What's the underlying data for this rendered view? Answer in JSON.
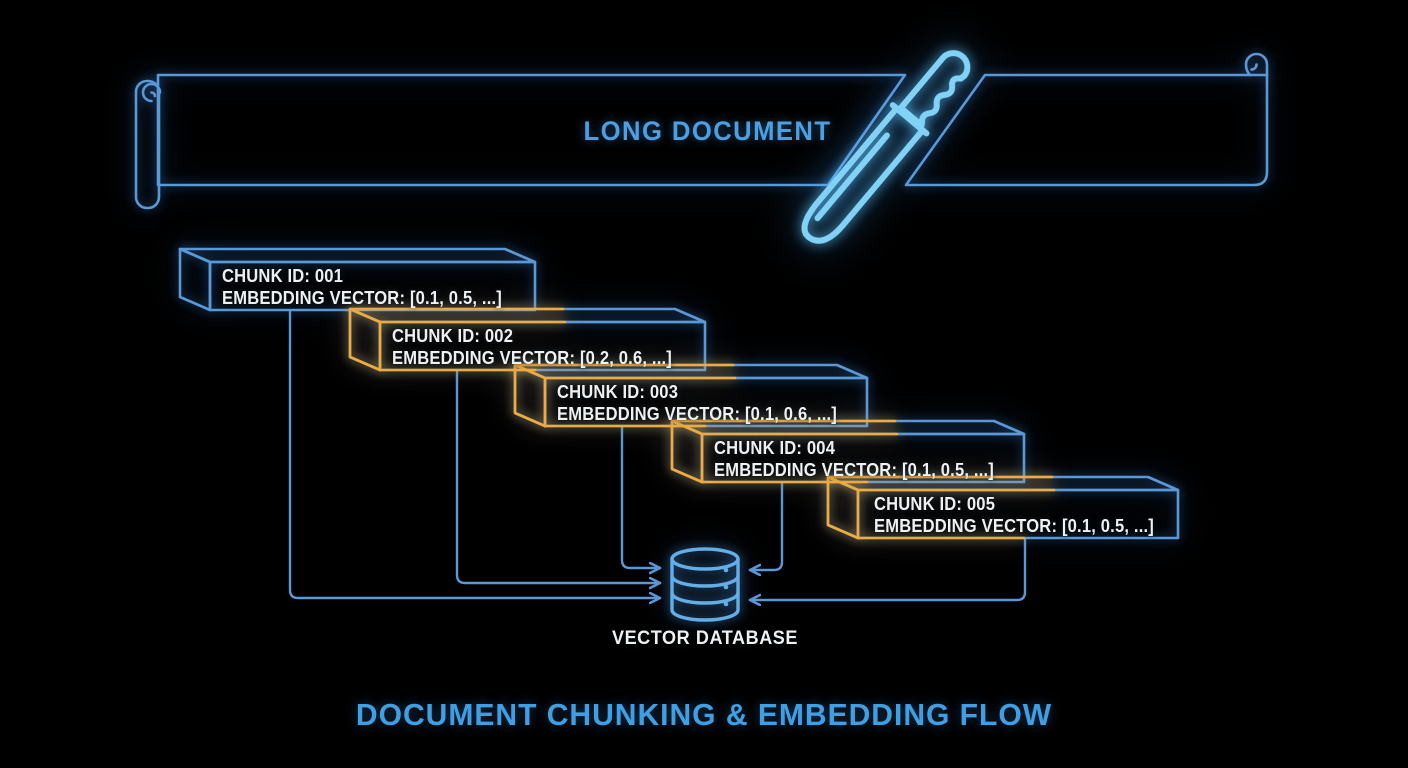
{
  "colors": {
    "background": "#000000",
    "banner_fill": "#1c2834",
    "outline_blue": "#5b98d6",
    "bright_blue": "#82d2f8",
    "chunk_fill_front": "#16222e",
    "chunk_fill_top": "#182634",
    "chunk_fill_side": "#2a4158",
    "overlap_orange": "#f0ab3c",
    "text_white": "#edf1f4",
    "title_blue": "#3f9fe4",
    "banner_text_blue": "#4aa0e2",
    "connector_blue": "#5b98d6",
    "db_blue": "#64aee8"
  },
  "banner": {
    "label": "LONG DOCUMENT",
    "shape": "scroll-banner",
    "icon": "knife-icon"
  },
  "chunks": [
    {
      "id_label": "CHUNK ID: 001",
      "vector_label": "EMBEDDING VECTOR: [0.1, 0.5, ...]",
      "overlap_highlight": false
    },
    {
      "id_label": "CHUNK ID: 002",
      "vector_label": "EMBEDDING VECTOR: [0.2, 0.6, ...]",
      "overlap_highlight": true
    },
    {
      "id_label": "CHUNK ID: 003",
      "vector_label": "EMBEDDING VECTOR: [0.1, 0.6, ...]",
      "overlap_highlight": true
    },
    {
      "id_label": "CHUNK ID: 004",
      "vector_label": "EMBEDDING VECTOR: [0.1, 0.5, ...]",
      "overlap_highlight": true
    },
    {
      "id_label": "CHUNK ID: 005",
      "vector_label": "EMBEDDING VECTOR: [0.1, 0.5, ...]",
      "overlap_highlight": true
    }
  ],
  "database": {
    "label": "VECTOR DATABASE",
    "icon": "database-cylinder-icon"
  },
  "footer": {
    "title": "DOCUMENT CHUNKING & EMBEDDING FLOW"
  }
}
